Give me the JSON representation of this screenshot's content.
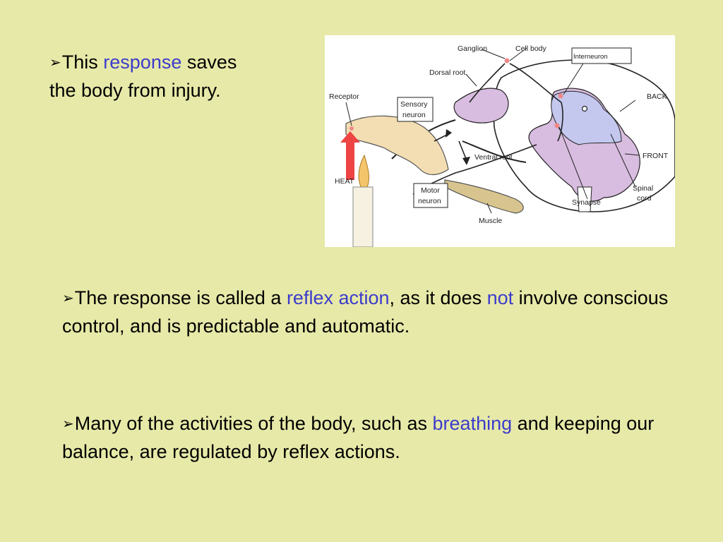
{
  "colors": {
    "background": "#e7e9a8",
    "highlight": "#3c3ccc"
  },
  "bullets": [
    {
      "marker": "➢",
      "before": "This ",
      "highlight": "response",
      "after": " saves the body from injury."
    },
    {
      "marker": "➢",
      "before": "The response is called a ",
      "highlight": "reflex action",
      "middle": ", as it does ",
      "highlight2": "not",
      "after": " involve conscious control, and is predictable and automatic."
    },
    {
      "marker": "➢",
      "before": "Many of the activities of the body, such as ",
      "highlight": "breathing",
      "after": " and keeping our balance, are regulated by reflex actions."
    }
  ],
  "diagram": {
    "labels": {
      "ganglion": "Ganglion",
      "cell_body": "Cell body",
      "interneuron": "Interneuron",
      "dorsal_root": "Dorsal root",
      "receptor": "Receptor",
      "sensory_neuron_1": "Sensory",
      "sensory_neuron_2": "neuron",
      "back": "BACK",
      "front": "FRONT",
      "ventral_root": "Ventral root",
      "heat": "HEAT",
      "motor_neuron_1": "Motor",
      "motor_neuron_2": "neuron",
      "spinal_cord_1": "Spinal",
      "spinal_cord_2": "cord",
      "synapse": "Synapse",
      "muscle": "Muscle"
    }
  }
}
